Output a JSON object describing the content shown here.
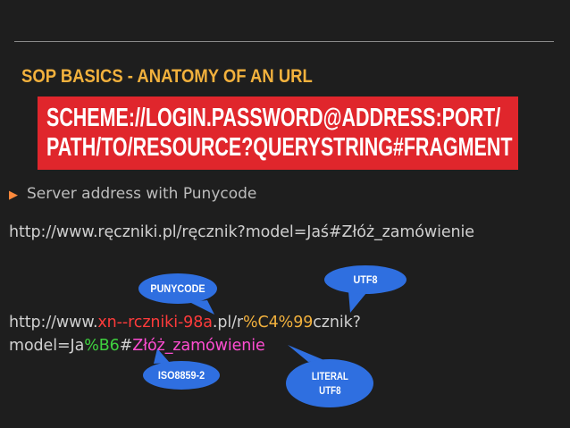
{
  "slide": {
    "section_title": "SOP BASICS - ANATOMY OF AN URL",
    "url_box": {
      "line1": "SCHEME://LOGIN.PASSWORD@ADDRESS:PORT/",
      "line2": "PATH/TO/RESOURCE?QUERYSTRING#FRAGMENT"
    },
    "bullet": "Server address with Punycode",
    "plain_url": "http://www.ręczniki.pl/ręcznik?model=Jaś#Złóż_zamówienie",
    "encoded": {
      "p1": "http://www.",
      "punycode": "xn--rczniki-98a",
      "p2": ".pl/r",
      "utf8": "%C4%99",
      "p3": "cznik?",
      "p4": "model=Ja",
      "iso": "%B6",
      "p5": "#",
      "literal": "Złóż_zamówienie"
    },
    "callouts": {
      "punycode": "PUNYCODE",
      "utf8": "UTF8",
      "iso": "ISO8859-2",
      "literal_line1": "LITERAL",
      "literal_line2": "UTF8"
    }
  },
  "colors": {
    "background": "#1e1e1e",
    "title": "#f2b13d",
    "url_box": "#e0262c",
    "callout": "#2f6fe0",
    "punycode": "#ff3b3b",
    "utf8": "#f2b13d",
    "iso": "#3fd13f",
    "literal": "#ff4dd2"
  }
}
